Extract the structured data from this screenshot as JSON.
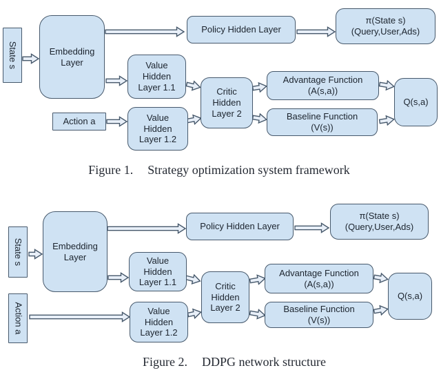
{
  "style": {
    "background": "#ffffff",
    "node_fill": "#cfe2f3",
    "node_border": "#46586b",
    "arrow_fill": "#e8eff8",
    "text_color": "#1c242e",
    "caption_color": "#252a33"
  },
  "figure1": {
    "caption_label": "Figure 1.",
    "caption_title": "Strategy optimization system framework",
    "nodes": {
      "state": "State s",
      "embedding": "Embedding\nLayer",
      "action": "Action a",
      "policy": "Policy Hidden Layer",
      "pi": "π(State s)\n(Query,User,Ads)",
      "value11": "Value\nHidden\nLayer 1.1",
      "value12": "Value\nHidden\nLayer 1.2",
      "critic": "Critic\nHidden\nLayer 2",
      "advantage": "Advantage Function\n(A(s,a))",
      "baseline": "Baseline Function\n(V(s))",
      "q": "Q(s,a)"
    }
  },
  "figure2": {
    "caption_label": "Figure 2.",
    "caption_title": "DDPG network structure",
    "nodes": {
      "state": "State s",
      "embedding": "Embedding\nLayer",
      "action": "Action a",
      "policy": "Policy Hidden Layer",
      "pi": "π(State s)\n(Query,User,Ads)",
      "value11": "Value\nHidden\nLayer 1.1",
      "value12": "Value\nHidden\nLayer 1.2",
      "critic": "Critic\nHidden\nLayer 2",
      "advantage": "Advantage Function\n(A(s,a))",
      "baseline": "Baseline Function\n(V(s))",
      "q": "Q(s,a)"
    }
  }
}
